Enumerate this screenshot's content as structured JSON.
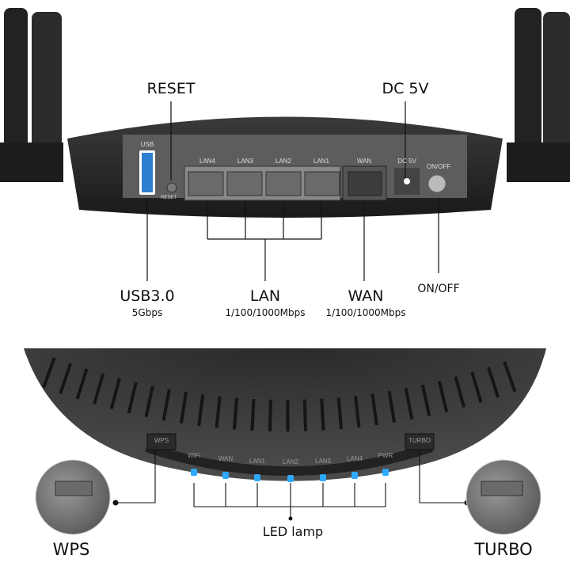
{
  "top": {
    "callouts": {
      "reset": "RESET",
      "dc": "DC 5V",
      "usb": "USB3.0",
      "usb_speed": "5Gbps",
      "lan": "LAN",
      "lan_speed": "1/100/1000Mbps",
      "wan": "WAN",
      "wan_speed": "1/100/1000Mbps",
      "onoff": "ON/OFF"
    },
    "panel": {
      "usb": "USB",
      "reset": "RESET",
      "lan4": "LAN4",
      "lan3": "LAN3",
      "lan2": "LAN2",
      "lan1": "LAN1",
      "wan": "WAN",
      "dc": "DC 5V",
      "onoff": "ON/OFF"
    }
  },
  "bottom": {
    "leds": [
      "WiFi",
      "WAN",
      "LAN1",
      "LAN2",
      "LAN3",
      "LAN4",
      "PWR"
    ],
    "led_color": "#2fa8ff",
    "led_caption": "LED lamp",
    "wps_button": "WPS",
    "turbo_button": "TURBO",
    "wps_label": "WPS",
    "turbo_label": "TURBO"
  }
}
